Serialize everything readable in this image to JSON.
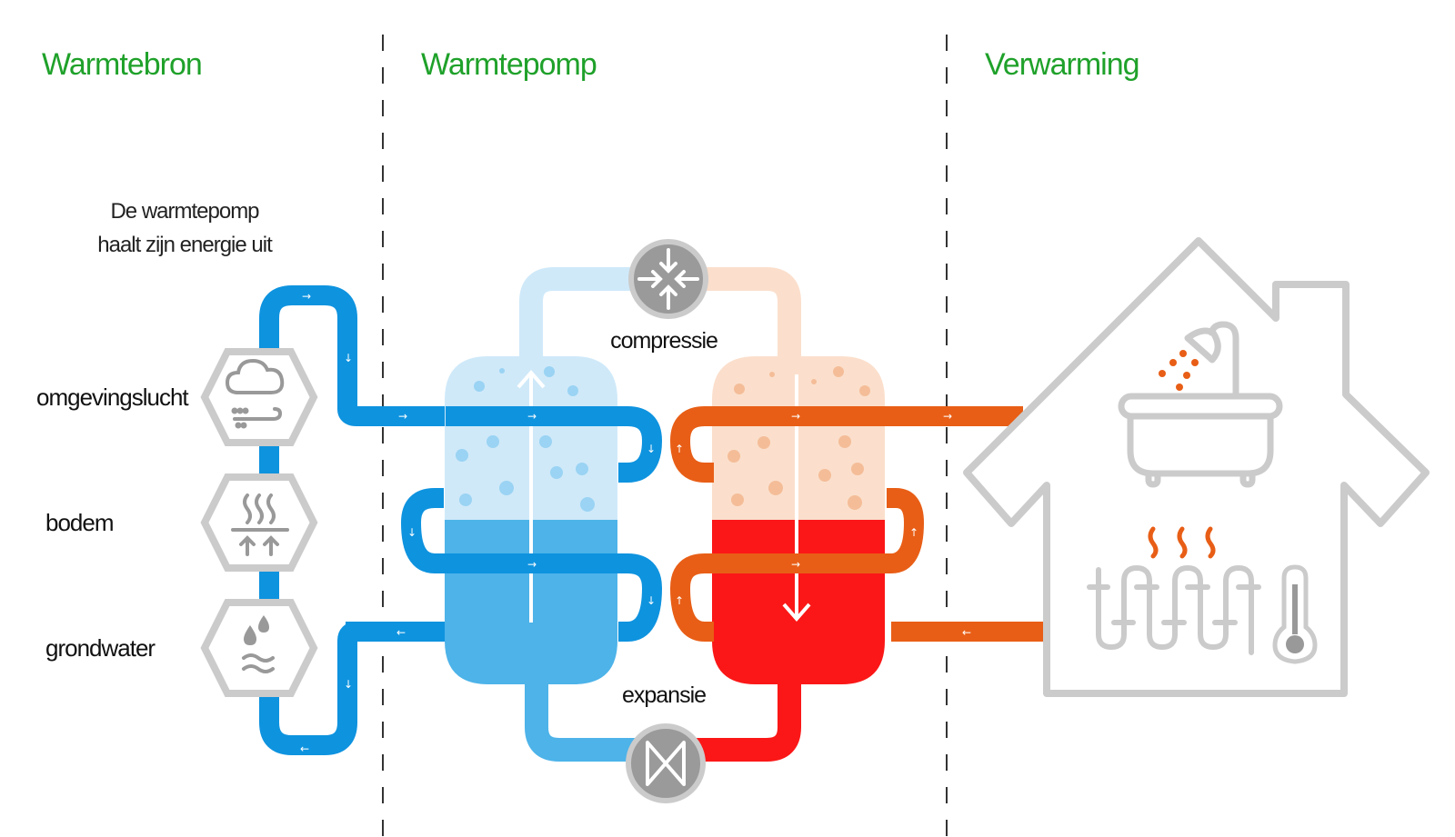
{
  "sections": {
    "source": "Warmtebron",
    "pump": "Warmtepomp",
    "heating": "Verwarming"
  },
  "intro": {
    "line1": "De warmtepomp",
    "line2": "haalt zijn energie uit"
  },
  "sources": [
    {
      "label": "omgevingslucht",
      "icon": "cloud-wind-icon"
    },
    {
      "label": "bodem",
      "icon": "ground-heat-icon"
    },
    {
      "label": "grondwater",
      "icon": "water-drops-icon"
    }
  ],
  "processes": {
    "compression": "compressie",
    "expansion": "expansie"
  },
  "flow_arrows": {
    "right": "→",
    "left": "←",
    "down": "↓",
    "up": "↑"
  },
  "colors": {
    "header_green": "#1fa12a",
    "cold_pipe": "#0e93df",
    "cold_light": "#cfe9f9",
    "cold_liquid": "#4db3e9",
    "cold_bubble": "#9ad3f3",
    "hot_pipe": "#e85e16",
    "hot_light": "#fbdfcc",
    "hot_liquid": "#fb1717",
    "hot_bubble": "#f4bd98",
    "grey_icon": "#cbcbcb",
    "grey_dark": "#999999"
  }
}
